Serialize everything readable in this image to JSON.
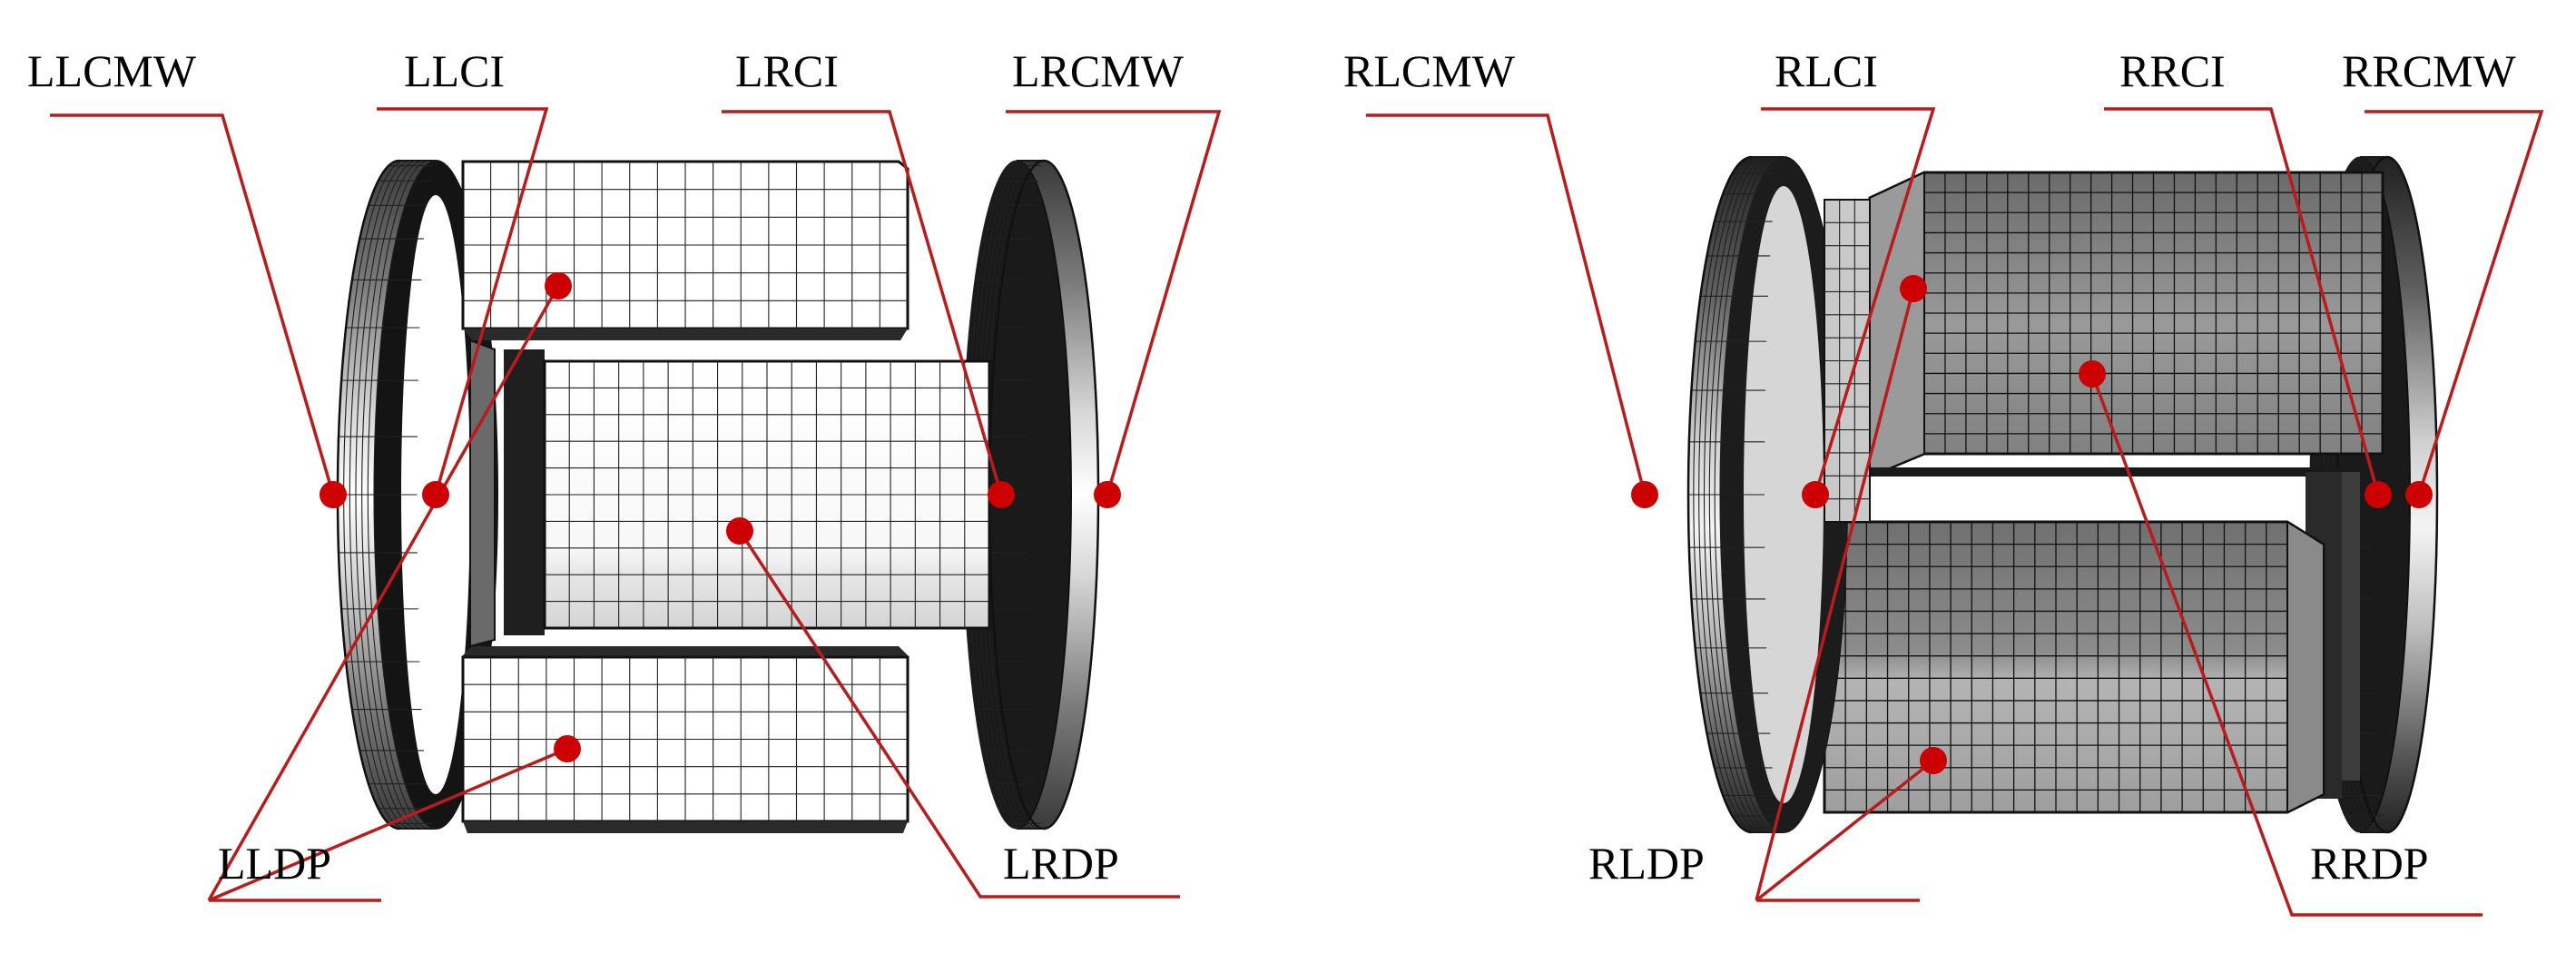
{
  "left": {
    "labels": {
      "llcmw": "LLCMW",
      "llci": "LLCI",
      "lrci": "LRCI",
      "lrcmw": "LRCMW",
      "lldp": "LLDP",
      "lrdp": "LRDP"
    }
  },
  "right": {
    "labels": {
      "rlcmw": "RLCMW",
      "rlci": "RLCI",
      "rrci": "RRCI",
      "rrcmw": "RRCMW",
      "rldp": "RLDP",
      "rrdp": "RRDP"
    }
  },
  "colors": {
    "leader": "#b81c1c",
    "marker": "#cc0000",
    "mesh_light": "#ffffff",
    "mesh_dark": "#8a8a8a"
  }
}
